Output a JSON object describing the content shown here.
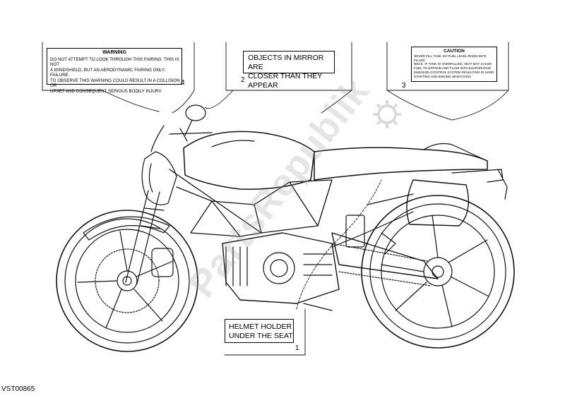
{
  "labels": [
    {
      "id": "4",
      "title": "WARNING",
      "lines": [
        "DO NOT ATTEMPT TO LOOK THROUGH THIS FAIRING. THIS IS NOT",
        "A WINDSHIELD, BUT AN AERODYNAMIC FAIRING ONLY; FAILURE",
        "TO OBSERVE THIS WARNING COULD RESULT IN A COLLISION OR",
        "UPSET AND CONSEQUENT SERIOUS BODILY INJURY."
      ]
    },
    {
      "id": "2",
      "title": "",
      "lines": [
        "OBJECTS IN MIRROR ARE",
        "CLOSER THAN THEY APPEAR"
      ]
    },
    {
      "id": "3",
      "title": "CAUTION",
      "lines": [
        "NEVER FILL TANK SO FUEL LEVEL RISES INTO FILLER",
        "NECK. IF TANK IS OVERFILLED, HEAT MAY CAUSE",
        "FUEL TO EXPAND AND FLOW INTO EVAPORATIVE",
        "EMISSION CONTROL SYSTEM RESULTING IN HARD",
        "STARTING AND ENGINE HESITATION."
      ]
    },
    {
      "id": "1",
      "title": "",
      "lines": [
        "HELMET HOLDER",
        "UNDER THE SEAT"
      ]
    }
  ],
  "watermark": "PartsRepublik",
  "drawing_code": "VST00865"
}
